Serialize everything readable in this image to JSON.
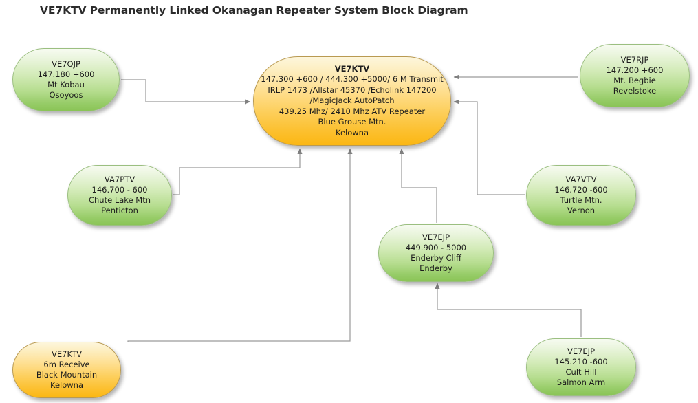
{
  "title": "VE7KTV Permanently Linked Okanagan Repeater System Block Diagram",
  "theme": {
    "green_top": "#f7fbf1",
    "green_bottom": "#8ac456",
    "orange_top": "#fdf6dc",
    "orange_bottom": "#fbb713",
    "connector": "#9a9a9a",
    "arrow": "#808080",
    "text": "#1d1d1d",
    "background": "#ffffff"
  },
  "nodes": {
    "ve7ojp": {
      "callsign": "VE7OJP",
      "frequency": "147.180  +600",
      "site": "Mt Kobau",
      "location": "Osoyoos",
      "color": "green"
    },
    "ve7rjp": {
      "callsign": "VE7RJP",
      "frequency": "147.200  +600",
      "site": "Mt. Begbie",
      "location": "Revelstoke",
      "color": "green"
    },
    "center": {
      "callsign": "VE7KTV",
      "line2": "147.300  +600 / 444.300  +5000/ 6 M Transmit",
      "line3": "IRLP 1473 /Allstar 45370 /Echolink 147200",
      "line4": "/MagicJack AutoPatch",
      "line5": "439.25 Mhz/ 2410 Mhz ATV Repeater",
      "site": "Blue Grouse Mtn.",
      "location": "Kelowna",
      "color": "orange"
    },
    "va7ptv": {
      "callsign": "VA7PTV",
      "frequency": "146.700 - 600",
      "site": "Chute Lake Mtn",
      "location": "Penticton",
      "color": "green"
    },
    "va7vtv": {
      "callsign": "VA7VTV",
      "frequency": "146.720 -600",
      "site": "Turtle Mtn.",
      "location": "Vernon",
      "color": "green"
    },
    "ve7ejp_enderby": {
      "callsign": "VE7EJP",
      "frequency": "449.900 - 5000",
      "site": "Enderby Cliff",
      "location": "Enderby",
      "color": "green"
    },
    "ve7ktv_6m": {
      "callsign": "VE7KTV",
      "frequency": "6m Receive",
      "site": "Black Mountain",
      "location": "Kelowna",
      "color": "orange"
    },
    "ve7ejp_cult": {
      "callsign": "VE7EJP",
      "frequency": "145.210 -600",
      "site": "Cult Hill",
      "location": "Salmon Arm",
      "color": "green"
    }
  },
  "connections": [
    {
      "name": "ve7ojp-to-center",
      "from": "ve7ojp",
      "to": "center",
      "arrow": "right"
    },
    {
      "name": "ve7rjp-to-center",
      "from": "ve7rjp",
      "to": "center",
      "arrow": "left"
    },
    {
      "name": "va7vtv-to-center",
      "from": "va7vtv",
      "to": "center",
      "arrow": "left"
    },
    {
      "name": "va7ptv-to-center",
      "from": "va7ptv",
      "to": "center",
      "arrow": "up"
    },
    {
      "name": "ve7ktv6m-to-center",
      "from": "ve7ktv_6m",
      "to": "center",
      "arrow": "up"
    },
    {
      "name": "ve7ejp-enderby-to-center",
      "from": "ve7ejp_enderby",
      "to": "center",
      "arrow": "up"
    },
    {
      "name": "ve7ejp-cult-to-enderby",
      "from": "ve7ejp_cult",
      "to": "ve7ejp_enderby",
      "arrow": "up"
    }
  ]
}
